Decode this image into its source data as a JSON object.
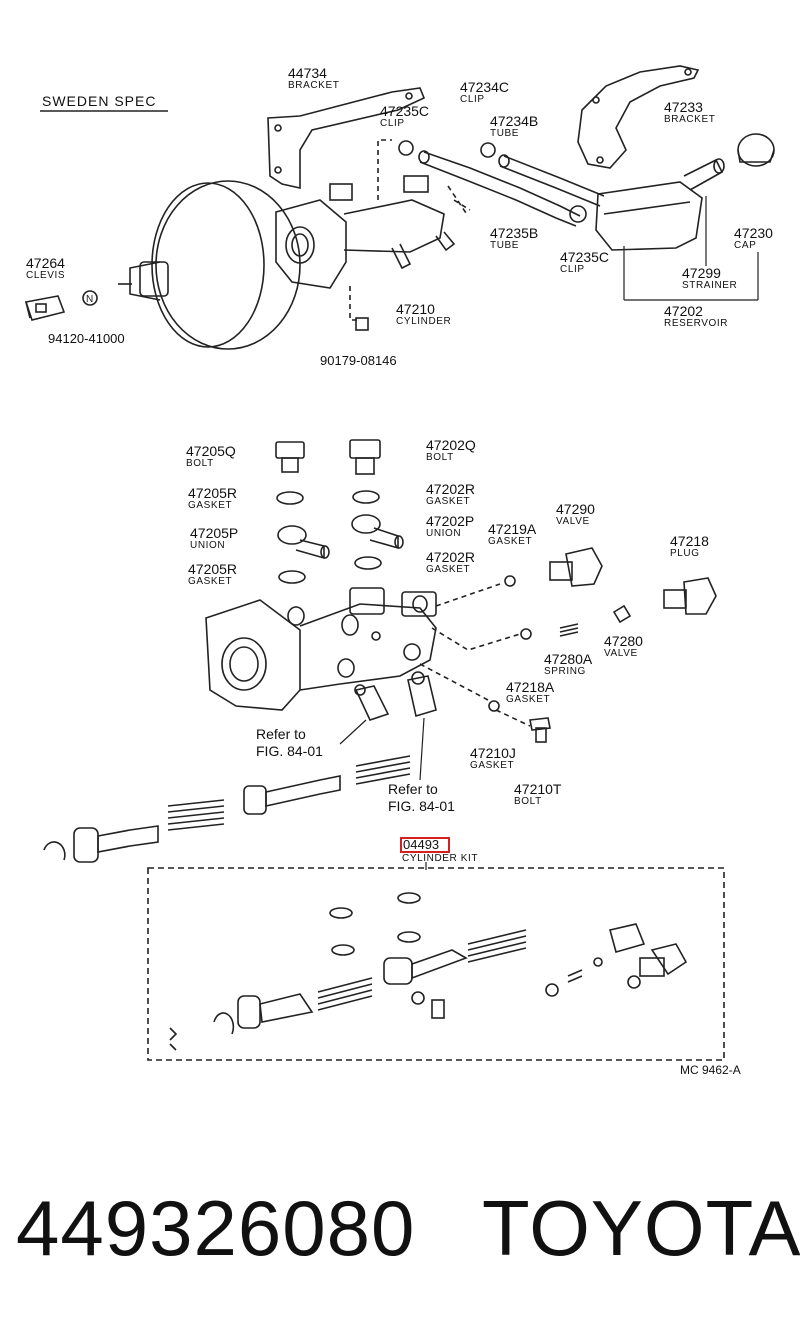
{
  "spec_title": "SWEDEN SPEC",
  "callouts": [
    {
      "id": "p44734",
      "num": "44734",
      "name": "BRACKET"
    },
    {
      "id": "p47234c",
      "num": "47234C",
      "name": "CLIP"
    },
    {
      "id": "p47235c-a",
      "num": "47235C",
      "name": "CLIP"
    },
    {
      "id": "p47234b",
      "num": "47234B",
      "name": "TUBE"
    },
    {
      "id": "p47233",
      "num": "47233",
      "name": "BRACKET"
    },
    {
      "id": "p47264",
      "num": "47264",
      "name": "CLEVIS"
    },
    {
      "id": "p47235b",
      "num": "47235B",
      "name": "TUBE"
    },
    {
      "id": "p47235c-b",
      "num": "47235C",
      "name": "CLIP"
    },
    {
      "id": "p47230",
      "num": "47230",
      "name": "CAP"
    },
    {
      "id": "p47299",
      "num": "47299",
      "name": "STRAINER"
    },
    {
      "id": "p47210",
      "num": "47210",
      "name": "CYLINDER"
    },
    {
      "id": "p47202",
      "num": "47202",
      "name": "RESERVOIR"
    },
    {
      "id": "p47205q",
      "num": "47205Q",
      "name": "BOLT"
    },
    {
      "id": "p47202q",
      "num": "47202Q",
      "name": "BOLT"
    },
    {
      "id": "p47205r-a",
      "num": "47205R",
      "name": "GASKET"
    },
    {
      "id": "p47202r-a",
      "num": "47202R",
      "name": "GASKET"
    },
    {
      "id": "p47290",
      "num": "47290",
      "name": "VALVE"
    },
    {
      "id": "p47205p",
      "num": "47205P",
      "name": "UNION"
    },
    {
      "id": "p47202p",
      "num": "47202P",
      "name": "UNION"
    },
    {
      "id": "p47219a",
      "num": "47219A",
      "name": "GASKET"
    },
    {
      "id": "p47218",
      "num": "47218",
      "name": "PLUG"
    },
    {
      "id": "p47205r-b",
      "num": "47205R",
      "name": "GASKET"
    },
    {
      "id": "p47202r-b",
      "num": "47202R",
      "name": "GASKET"
    },
    {
      "id": "p47280",
      "num": "47280",
      "name": "VALVE"
    },
    {
      "id": "p47280a",
      "num": "47280A",
      "name": "SPRING"
    },
    {
      "id": "p47218a",
      "num": "47218A",
      "name": "GASKET"
    },
    {
      "id": "p47210j",
      "num": "47210J",
      "name": "GASKET"
    },
    {
      "id": "p47210t",
      "num": "47210T",
      "name": "BOLT"
    }
  ],
  "plain_numbers": {
    "n94120": "94120-41000",
    "n90179": "90179-08146"
  },
  "refer_notes": [
    {
      "line1": "Refer to",
      "line2": "FIG. 84-01"
    },
    {
      "line1": "Refer to",
      "line2": "FIG. 84-01"
    }
  ],
  "kit": {
    "num": "04493",
    "name": "CYLINDER KIT"
  },
  "figure_code": "MC  9462-A",
  "footer": {
    "part_number": "449326080",
    "brand": "TOYOTA"
  },
  "colors": {
    "line": "#222222",
    "highlight": "#d32020",
    "background": "#ffffff"
  }
}
